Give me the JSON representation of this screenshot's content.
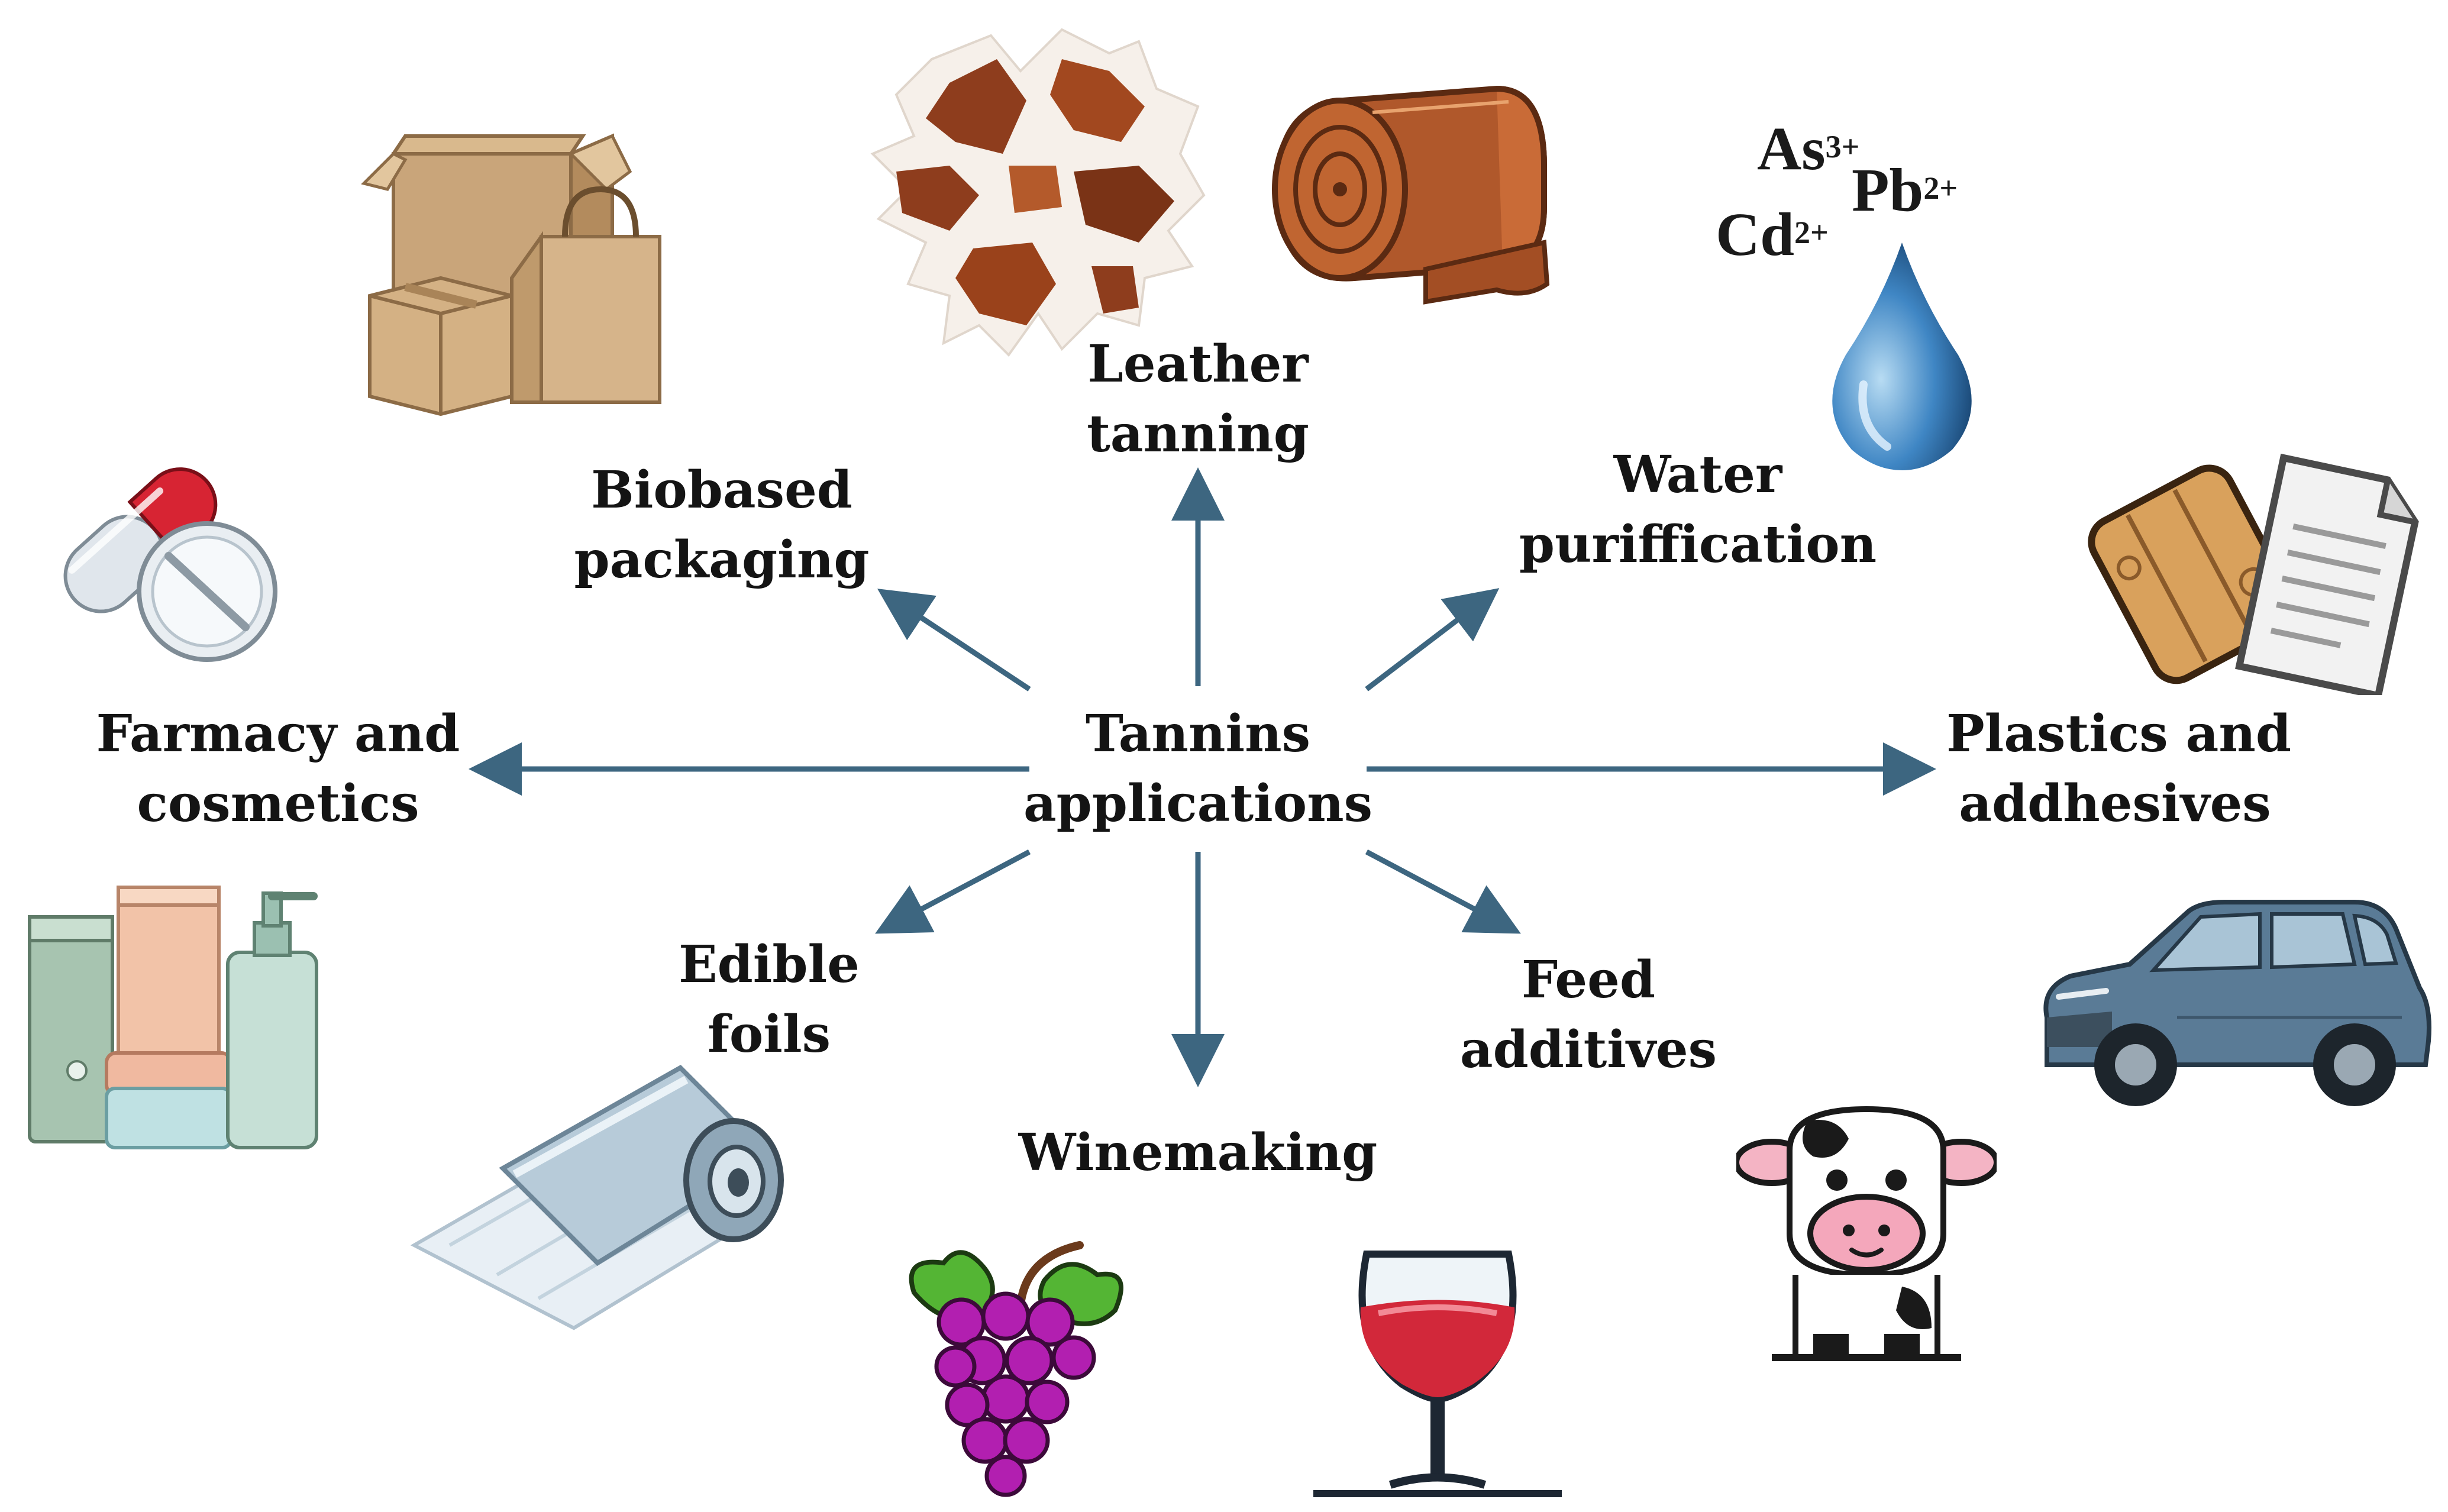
{
  "center": {
    "line1": "Tannins",
    "line2": "applications"
  },
  "applications": {
    "leather": {
      "line1": "Leather",
      "line2": "tanning"
    },
    "water": {
      "line1": "Water",
      "line2": "puriffication"
    },
    "plastics": {
      "line1": "Plastics and",
      "line2": "addhesives"
    },
    "feed": {
      "line1": "Feed",
      "line2": "additives"
    },
    "wine": {
      "line1": "Winemaking"
    },
    "edible": {
      "line1": "Edible",
      "line2": "foils"
    },
    "farmacy": {
      "line1": "Farmacy and",
      "line2": "cosmetics"
    },
    "packaging": {
      "line1": "Biobased",
      "line2": "packaging"
    }
  },
  "heavy_metal_ions": {
    "as": {
      "symbol": "As",
      "charge": "3+"
    },
    "pb": {
      "symbol": "Pb",
      "charge": "2+"
    },
    "cd": {
      "symbol": "Cd",
      "charge": "2+"
    }
  },
  "icons": [
    "cowhide-icon",
    "leather-roll-icon",
    "water-drop-icon",
    "wood-and-paper-icon",
    "car-icon",
    "cow-icon",
    "wine-glass-icon",
    "grapes-icon",
    "foil-roll-icon",
    "cosmetics-icon",
    "pills-icon",
    "cardboard-box-icon"
  ],
  "colors": {
    "arrow": "#3d6680",
    "text": "#141414",
    "leather": "#b0582b",
    "water": "#3f86c4",
    "grapes": "#b21fb0",
    "wine": "#d2283a",
    "cardboard": "#c9a57a",
    "car": "#5a7b96"
  }
}
